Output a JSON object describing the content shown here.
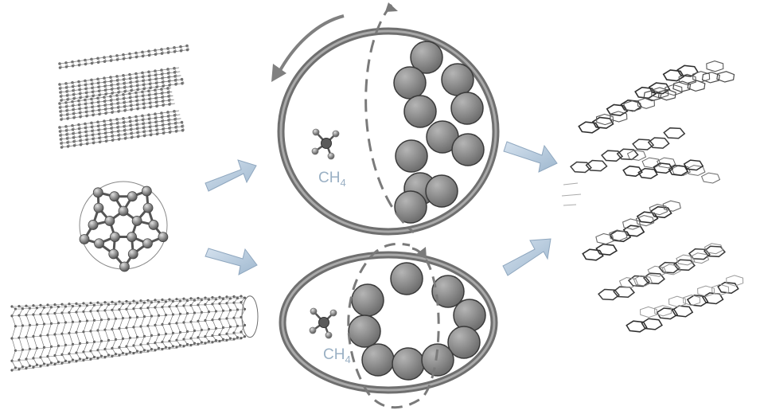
{
  "diagram": {
    "inputs": [
      {
        "name": "graphene-layers-icon"
      },
      {
        "name": "fullerene-icon"
      },
      {
        "name": "carbon-nanotube-icon"
      }
    ],
    "reactors": [
      {
        "shape": "circle",
        "molecule": "CH",
        "subscript": "4",
        "rotation": "counter-clockwise"
      },
      {
        "shape": "ellipse",
        "molecule": "CH",
        "subscript": "4",
        "rotation": "clockwise"
      }
    ],
    "outputs": [
      {
        "name": "amorphous-carbon-fragments-icon"
      },
      {
        "name": "stacked-graphitic-fragments-icon"
      }
    ],
    "colors": {
      "arrow_fill": "#b8cde0",
      "arrow_stroke": "#8fa7bf",
      "ball_fill": "#8a8a8a",
      "ball_stroke": "#3a3a3a",
      "vessel_stroke": "#6f6f6f",
      "label": "#9ab0c4",
      "molecule_line": "#3d3d3d"
    }
  }
}
